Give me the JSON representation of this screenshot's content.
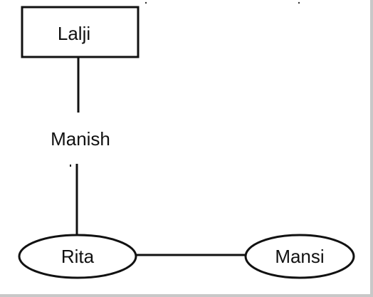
{
  "diagram": {
    "nodes": {
      "lalji": {
        "label": "Lalji",
        "shape": "rectangle"
      },
      "manish": {
        "label": "Manish",
        "shape": "plain-text"
      },
      "rita": {
        "label": "Rita",
        "shape": "ellipse"
      },
      "mansi": {
        "label": "Mansi",
        "shape": "ellipse"
      }
    },
    "edges": [
      {
        "from": "lalji",
        "to": "manish"
      },
      {
        "from": "manish",
        "to": "rita"
      },
      {
        "from": "rita",
        "to": "mansi"
      }
    ],
    "colors": {
      "stroke": "#111111",
      "text": "#111111",
      "background": "#ffffff",
      "frame": "#c8c8c8"
    }
  }
}
